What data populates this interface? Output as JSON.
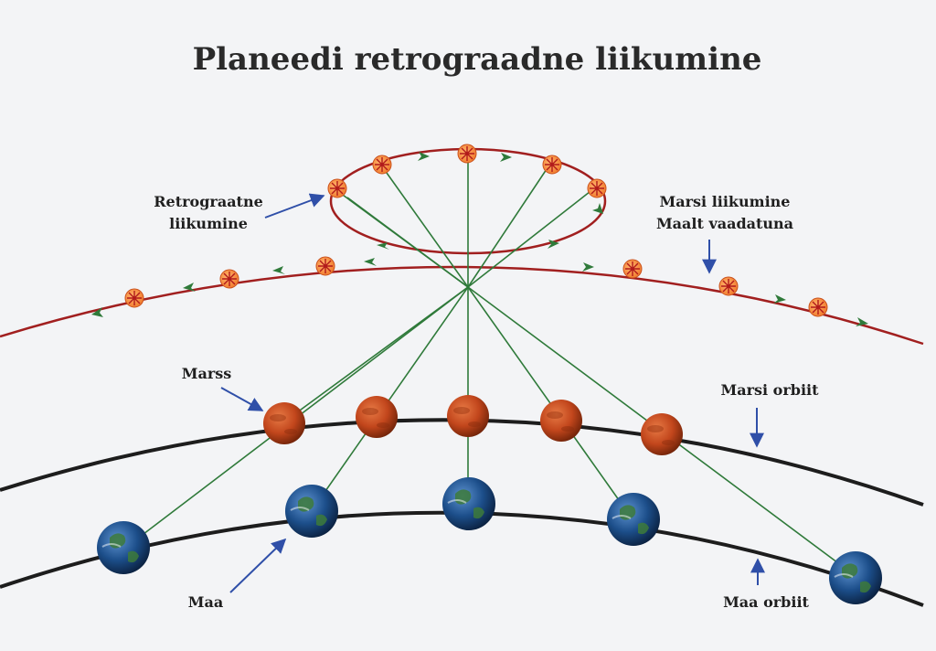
{
  "title": "Planeedi retrograadne liikumine",
  "labels": {
    "retro_line1": "Retrograatne",
    "retro_line2": "liikumine",
    "apparent_line1": "Marsi liikumine",
    "apparent_line2": "Maalt vaadatuna",
    "mars": "Marss",
    "mars_orbit": "Marsi orbiit",
    "earth": "Maa",
    "earth_orbit": "Maa orbiit"
  },
  "colors": {
    "background": "#f3f4f6",
    "apparent_path": "#a11f1f",
    "sight_lines": "#2f7a3a",
    "orbits": "#1d1d1d",
    "pointer_arrows": "#2f4fa8",
    "mars": "#c2461c",
    "earth_ocean": "#1c4e8a",
    "earth_land": "#3d7a3a"
  },
  "icons": {
    "mars": "mars-planet-icon",
    "earth": "earth-planet-icon",
    "apparent_marker": "orange-star-marker-icon"
  }
}
